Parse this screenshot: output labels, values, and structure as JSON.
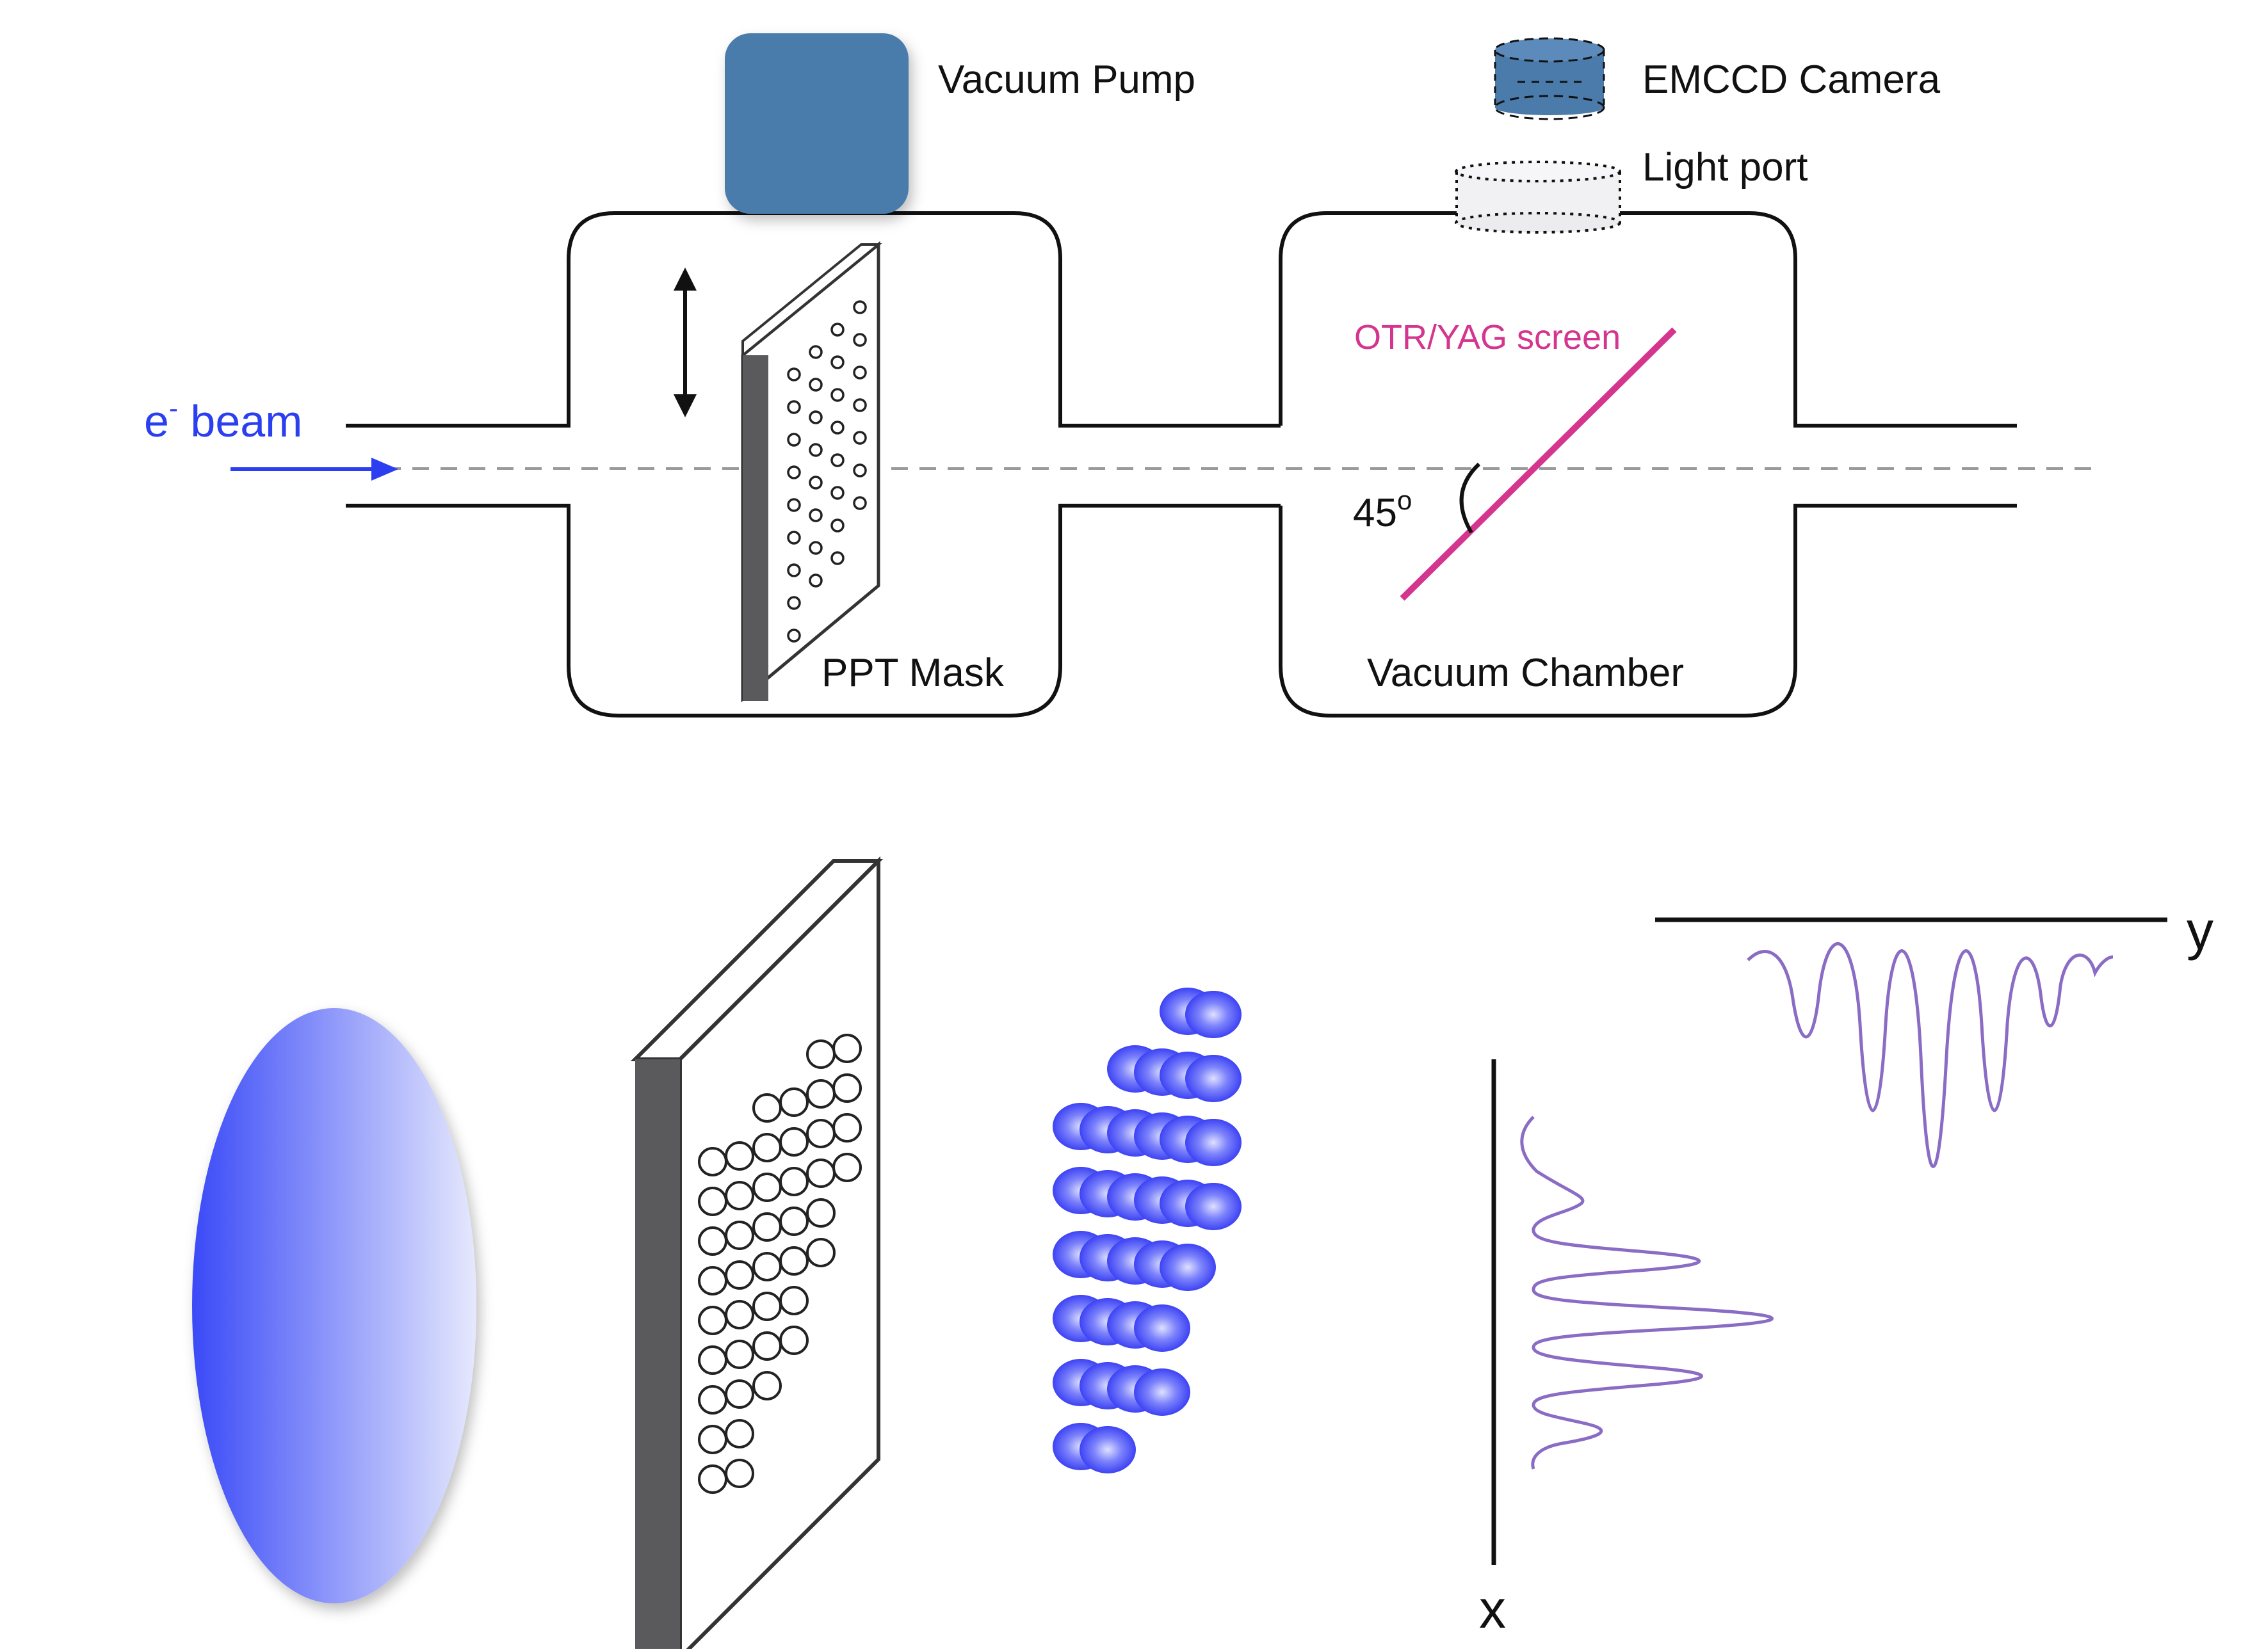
{
  "labels": {
    "vacuum_pump": "Vacuum Pump",
    "emccd_camera": "EMCCD Camera",
    "light_port": "Light port",
    "beam_e": "e",
    "beam_minus": "-",
    "beam_word": " beam",
    "screen": "OTR/YAG screen",
    "angle": "45",
    "angle_sup": "o",
    "ppt_mask": "PPT Mask",
    "vacuum_chamber": "Vacuum Chamber",
    "axis_y": "y",
    "axis_x": "x"
  },
  "colors": {
    "pump": "#4a7bab",
    "beam": "#2b3ff0",
    "screen": "#d4358e",
    "trace": "#8a6cc4",
    "mask_edge": "#5a5a5c",
    "beamlet": "#3a42f2"
  },
  "icons": {
    "pump": "vacuum-pump-block",
    "camera": "emccd-camera-cylinder",
    "port": "light-port-cylinder",
    "arrow": "double-arrow-vertical"
  }
}
